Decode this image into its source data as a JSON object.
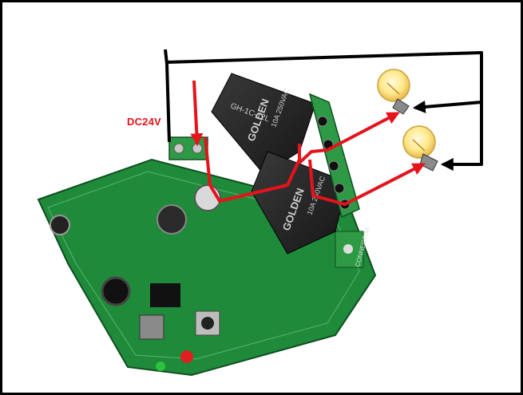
{
  "diagram": {
    "supply_label": "DC24V",
    "relay_brand": "GOLDEN",
    "relay_model": "GH-1C-12L",
    "relay_rating": "10A 250VAC",
    "connector_marking": "CONNECTOR",
    "led_colors": [
      "#e02020",
      "#2bc43c"
    ]
  },
  "colors": {
    "frame": "#000000",
    "pcb": "#1f8a3a",
    "pcb_dark": "#14652a",
    "relay": "#2a2a2a",
    "terminal": "#2e9a45",
    "neutral_wire": "#000000",
    "live_wire": "#e4131c",
    "caption": "#e4131c",
    "bulb_glass": "#ffe88a"
  }
}
